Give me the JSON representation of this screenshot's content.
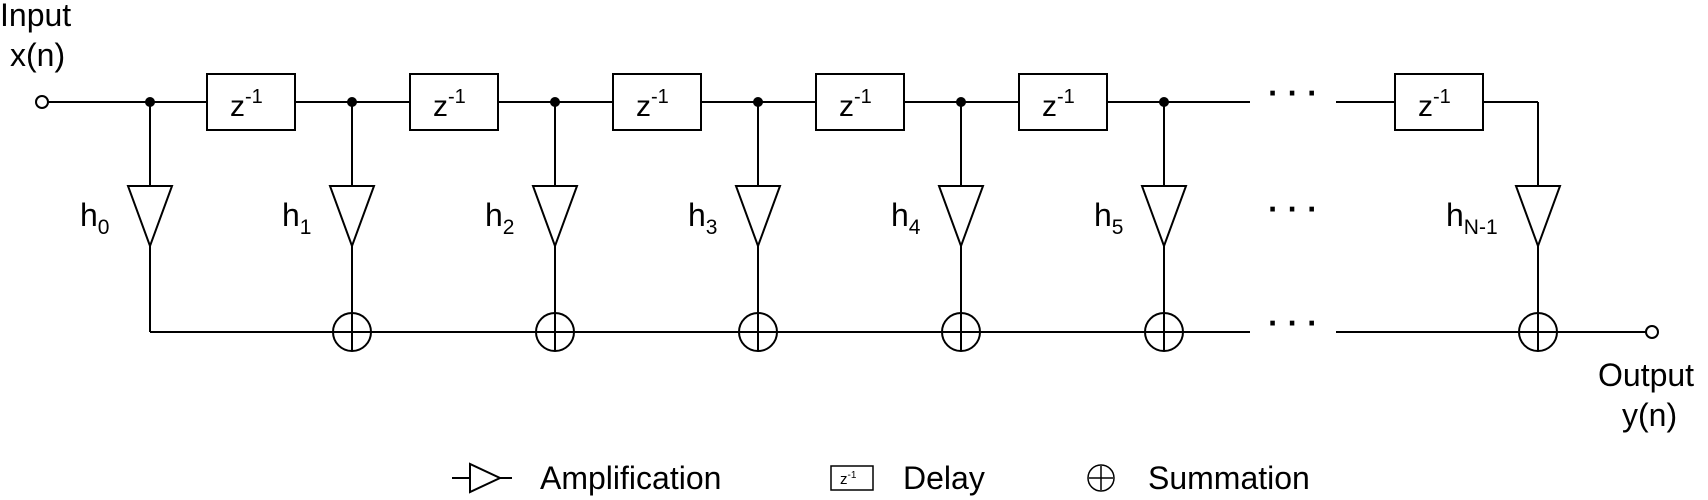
{
  "input": {
    "label": "Input",
    "signal": "x(n)"
  },
  "output": {
    "label": "Output",
    "signal": "y(n)"
  },
  "delay": {
    "base": "z",
    "exponent": "-1"
  },
  "coefficients": [
    {
      "base": "h",
      "sub": "0"
    },
    {
      "base": "h",
      "sub": "1"
    },
    {
      "base": "h",
      "sub": "2"
    },
    {
      "base": "h",
      "sub": "3"
    },
    {
      "base": "h",
      "sub": "4"
    },
    {
      "base": "h",
      "sub": "5"
    },
    {
      "base": "h",
      "sub": "N-1"
    }
  ],
  "ellipsis": "· · ·",
  "legend": {
    "amplification": "Amplification",
    "delay": "Delay",
    "delay_symbol": {
      "base": "z",
      "exponent": "-1"
    },
    "summation": "Summation"
  }
}
